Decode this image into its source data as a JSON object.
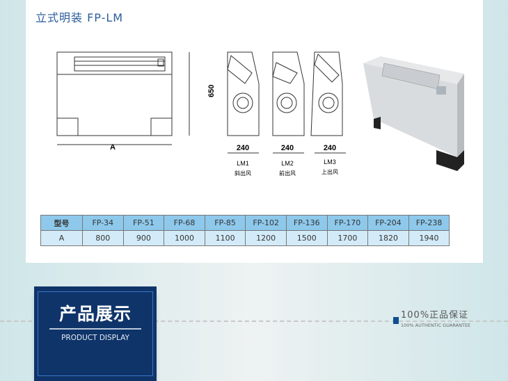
{
  "title": "立式明装 FP-LM",
  "diagram": {
    "height_label": "650",
    "width_label": "A",
    "depth_label": "240",
    "variants": [
      {
        "code": "LM1",
        "desc": "斜出风"
      },
      {
        "code": "LM2",
        "desc": "前出风"
      },
      {
        "code": "LM3",
        "desc": "上出风"
      }
    ]
  },
  "table": {
    "header_label": "型号",
    "models": [
      "FP-34",
      "FP-51",
      "FP-68",
      "FP-85",
      "FP-102",
      "FP-136",
      "FP-170",
      "FP-204",
      "FP-238"
    ],
    "row_label": "A",
    "values": [
      "800",
      "900",
      "1000",
      "1100",
      "1200",
      "1500",
      "1700",
      "1820",
      "1940"
    ]
  },
  "section": {
    "title_cn": "产品展示",
    "title_en": "PRODUCT DISPLAY"
  },
  "guarantee": {
    "cn": "100%正品保证",
    "en": "100% AUTHENTIC GUARANTEE"
  },
  "colors": {
    "accent": "#0f3469",
    "table_header": "#8ec9ec",
    "table_row": "#d3ebf8"
  }
}
